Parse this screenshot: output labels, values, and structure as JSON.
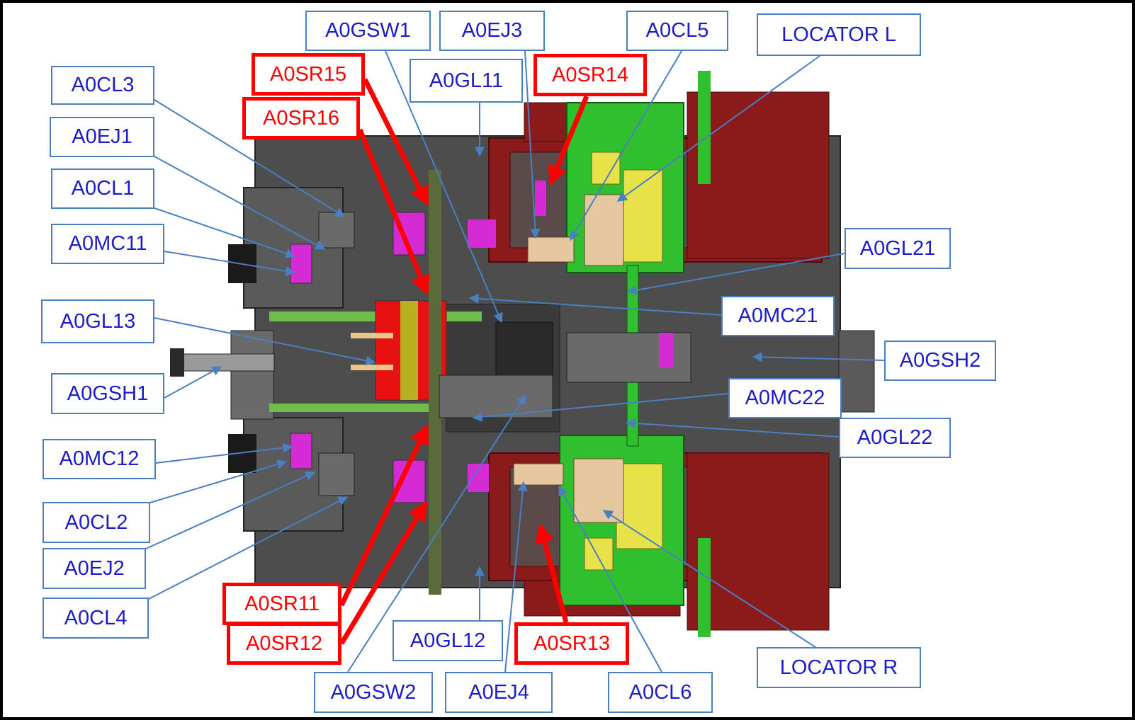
{
  "colors": {
    "blue_text": "#1c1cc9",
    "blue_border": "#4a7fc1",
    "red": "#ff0000",
    "plate_dark": "#4d4d4d",
    "frame_red": "#8b1a1a",
    "fixture_green": "#2fbf2f",
    "fixture_yellow": "#e8e24a",
    "magenta": "#d42bd4"
  },
  "labels": {
    "a0gsw1": "A0GSW1",
    "a0ej3": "A0EJ3",
    "a0cl5": "A0CL5",
    "locator_l": "LOCATOR L",
    "a0sr15": "A0SR15",
    "a0sr16": "A0SR16",
    "a0gl11": "A0GL11",
    "a0sr14": "A0SR14",
    "a0cl3": "A0CL3",
    "a0ej1": "A0EJ1",
    "a0cl1": "A0CL1",
    "a0mc11": "A0MC11",
    "a0gl13": "A0GL13",
    "a0gsh1": "A0GSH1",
    "a0mc12": "A0MC12",
    "a0cl2": "A0CL2",
    "a0ej2": "A0EJ2",
    "a0cl4": "A0CL4",
    "a0gl21": "A0GL21",
    "a0mc21": "A0MC21",
    "a0gsh2": "A0GSH2",
    "a0mc22": "A0MC22",
    "a0gl22": "A0GL22",
    "a0sr11": "A0SR11",
    "a0sr12": "A0SR12",
    "a0gl12": "A0GL12",
    "a0sr13": "A0SR13",
    "locator_r": "LOCATOR R",
    "a0gsw2": "A0GSW2",
    "a0ej4": "A0EJ4",
    "a0cl6": "A0CL6"
  }
}
